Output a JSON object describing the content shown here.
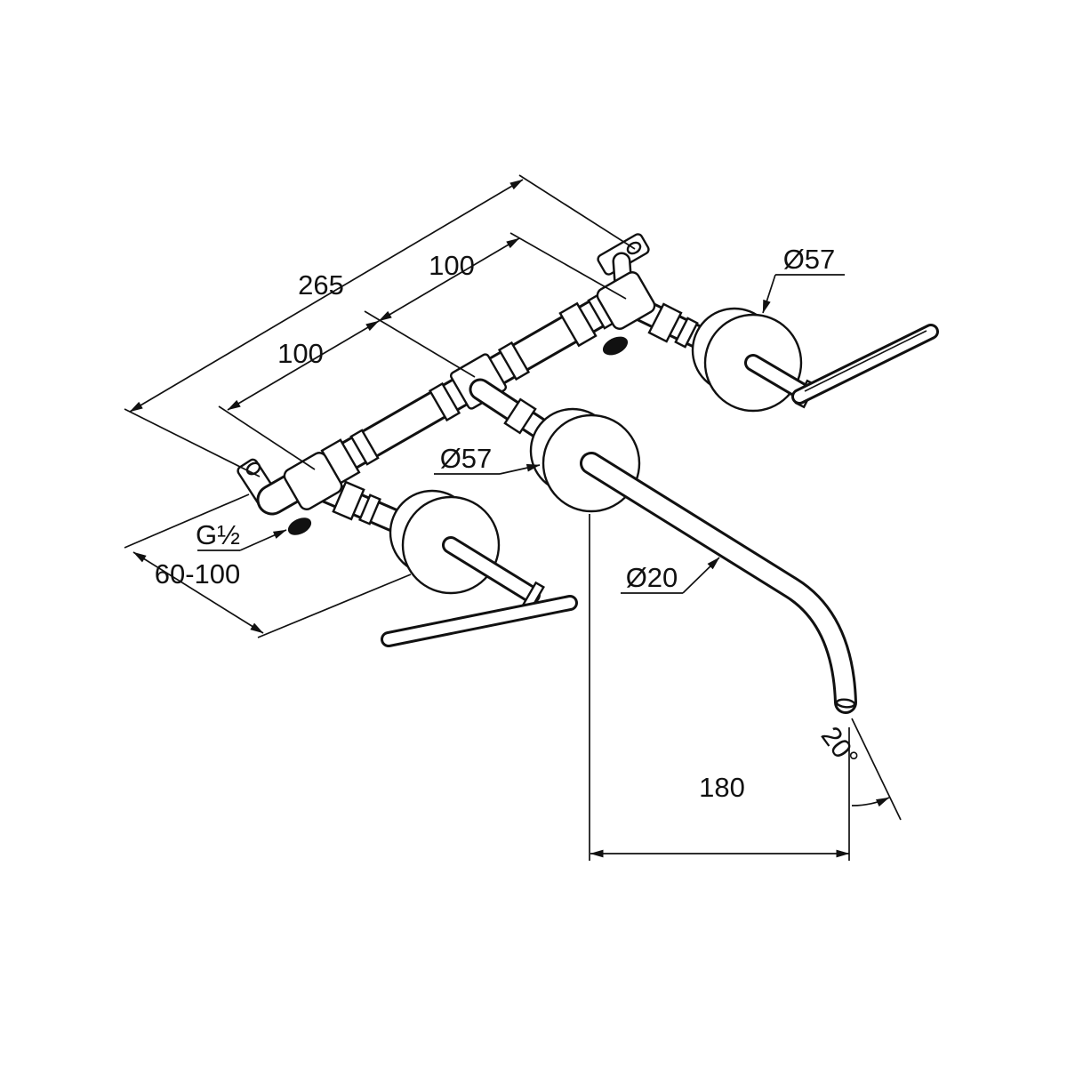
{
  "page": {
    "background": "#ffffff"
  },
  "drawing": {
    "type": "technical-dimension-drawing",
    "subject": "wall-mounted 3-hole basin mixer with concealed body, spout and two lever handles",
    "line_color": "#111111",
    "labels": {
      "overall_width": "265",
      "pitch_right": "100",
      "pitch_left": "100",
      "rosette_dia_top": "Ø57",
      "rosette_dia_mid": "Ø57",
      "spout_dia": "Ø20",
      "thread_size": "G½",
      "install_depth_range": "60-100",
      "spout_reach": "180",
      "spout_angle": "20°"
    }
  }
}
